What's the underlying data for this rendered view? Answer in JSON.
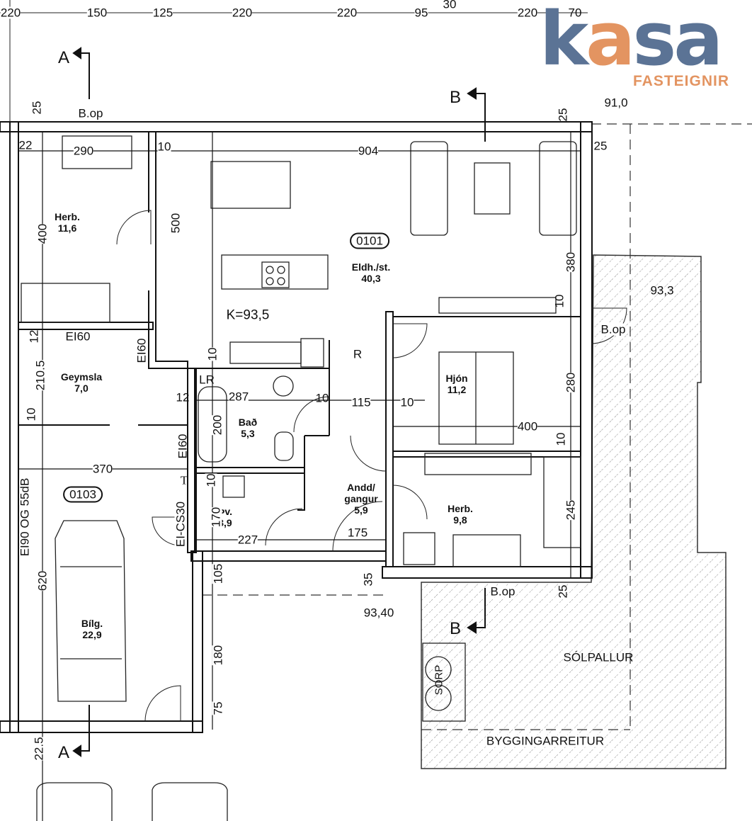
{
  "logo": {
    "word_a": "k",
    "word_b": "a",
    "word_c": "sa",
    "tagline": "FASTEIGNIR",
    "colors": {
      "blue": "#5b7395",
      "orange": "#e39461"
    }
  },
  "top_dims": [
    "220",
    "150",
    "125",
    "220",
    "220",
    "95",
    "30",
    "220",
    "70"
  ],
  "section_marks": {
    "a_top": "A",
    "a_bottom": "A",
    "b_top": "B",
    "b_bottom": "B"
  },
  "openings": [
    "B.op",
    "B.op",
    "B.op"
  ],
  "levels": {
    "north": "91,0",
    "deck": "93,3",
    "floor": "K=93,5",
    "entrance": "93,40"
  },
  "spaces": {
    "living": {
      "id": "0101",
      "name": "Eldh./st.",
      "area": "40,3"
    },
    "garage_unit": {
      "id": "0103"
    },
    "herb1": {
      "name": "Herb.",
      "area": "11,6"
    },
    "hjon": {
      "name": "Hjón",
      "area": "11,2"
    },
    "geymsla": {
      "name": "Geymsla",
      "area": "7,0"
    },
    "bad": {
      "name": "Bað",
      "area": "5,3"
    },
    "andd": {
      "name1": "Andd/",
      "name2": "gangur",
      "area": "5,9"
    },
    "herb2": {
      "name": "Herb.",
      "area": "9,8"
    },
    "thv": {
      "name": "Þv.",
      "area": "3,9"
    },
    "bilg": {
      "name": "Bílg.",
      "area": "22,9"
    }
  },
  "labels": {
    "deck": "SÓLPALLUR",
    "boundary": "BYGGINGARREITUR",
    "sorp": "SORP",
    "r": "R",
    "lr": "LR",
    "t": "T",
    "ei60a": "EI60",
    "ei60b": "EI60",
    "ei60c": "EI60",
    "ei90": "EI90 OG 55dB",
    "eics30": "EI-CS30"
  },
  "dims": {
    "d25a": "25",
    "d25b": "25",
    "d25c": "25",
    "d25d": "25",
    "d22": "22",
    "d290": "290",
    "d10a": "10",
    "d904": "904",
    "d400a": "400",
    "d500": "500",
    "d380": "380",
    "d10b": "10",
    "d12a": "12",
    "d10c": "10",
    "d2105": "210.5",
    "d287": "287",
    "d12b": "12",
    "d10d": "10",
    "d115": "115",
    "d10e": "10",
    "d280": "280",
    "d200": "200",
    "d10f": "10",
    "d400b": "400",
    "d10g": "10",
    "d370": "370",
    "d10h": "10",
    "d170": "170",
    "d245": "245",
    "d227": "227",
    "d175": "175",
    "d105": "105",
    "d35": "35",
    "d620": "620",
    "d180": "180",
    "d75": "75",
    "d225": "22.5"
  }
}
